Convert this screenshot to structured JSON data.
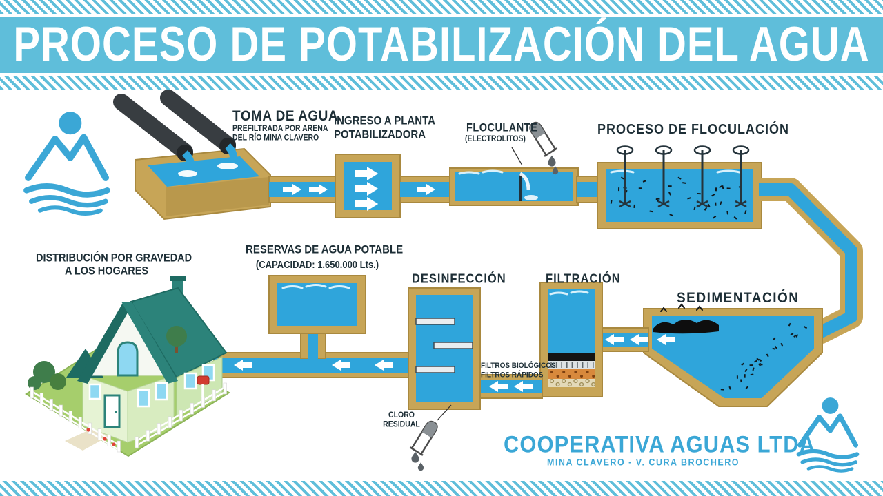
{
  "header": {
    "title": "PROCESO DE POTABILIZACIÓN DEL AGUA"
  },
  "stages": {
    "toma": {
      "title": "TOMA DE AGUA",
      "sub1": "PREFILTRADA POR ARENA",
      "sub2": "DEL RÍO MINA CLAVERO"
    },
    "ingreso": {
      "line1": "INGRESO A PLANTA",
      "line2": "POTABILIZADORA"
    },
    "floculante": {
      "title": "FLOCULANTE",
      "sub": "(ELECTROLITOS)"
    },
    "floculacion": {
      "title": "PROCESO DE FLOCULACIÓN"
    },
    "sedimentacion": {
      "title": "SEDIMENTACIÓN"
    },
    "filtracion": {
      "title": "FILTRACIÓN",
      "note1": "FILTROS BIOLÓGICOS",
      "note2": "FILTROS RÁPIDOS"
    },
    "desinfeccion": {
      "title": "DESINFECCIÓN",
      "note1": "CLORO",
      "note2": "RESIDUAL"
    },
    "reservas": {
      "title": "RESERVAS DE AGUA POTABLE",
      "sub": "(CAPACIDAD: 1.650.000 Lts.)"
    },
    "distribucion": {
      "line1": "DISTRIBUCIÓN POR GRAVEDAD",
      "line2": "A LOS HOGARES"
    }
  },
  "footer": {
    "company": "COOPERATIVA AGUAS LTDA",
    "location": "MINA CLAVERO - V. CURA BROCHERO"
  },
  "colors": {
    "band": "#5FBEDA",
    "water": "#2FA5DB",
    "sand": "#C7A557",
    "sandDark": "#A9893F",
    "ink": "#1D2E36",
    "brand": "#3BA7D6",
    "roof": "#2C837A",
    "roofDark": "#1E6B62",
    "lawn": "#A6CE6C"
  }
}
